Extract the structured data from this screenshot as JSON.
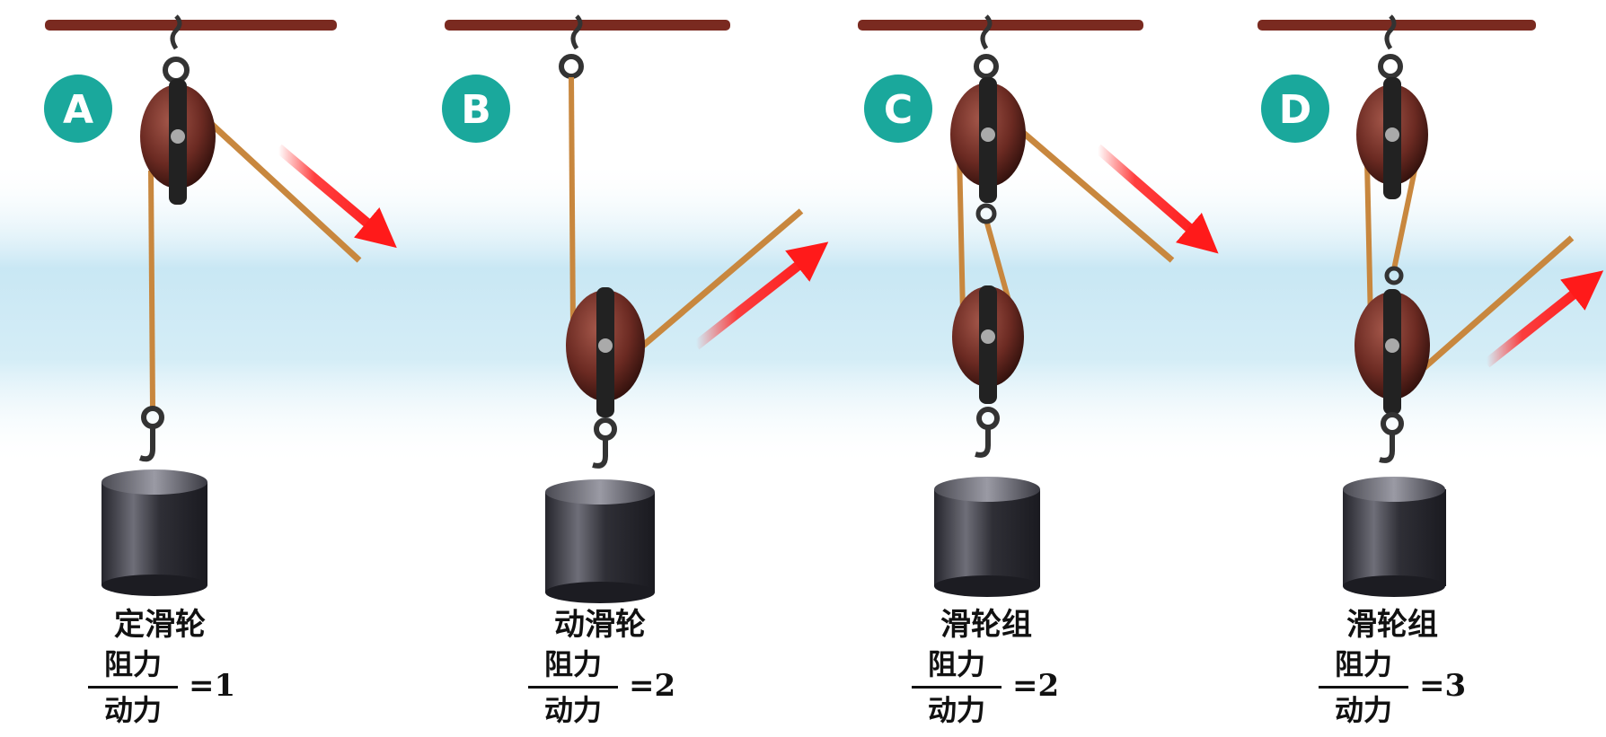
{
  "panels": [
    {
      "letter": "A",
      "caption": "定滑轮",
      "numerator": "阻力",
      "denominator": "动力",
      "ratio": "=1"
    },
    {
      "letter": "B",
      "caption": "动滑轮",
      "numerator": "阻力",
      "denominator": "动力",
      "ratio": "=2"
    },
    {
      "letter": "C",
      "caption": "滑轮组",
      "numerator": "阻力",
      "denominator": "动力",
      "ratio": "=2"
    },
    {
      "letter": "D",
      "caption": "滑轮组",
      "numerator": "阻力",
      "denominator": "动力",
      "ratio": "=3"
    }
  ],
  "colors": {
    "badge": "#1aa89c",
    "beam": "#7a2a20",
    "rope": "#c8873e",
    "pulley": "#6b2a22",
    "weight": "#3c3c44",
    "arrow": "#ff2a2a",
    "haze": "#bfe3f2"
  }
}
